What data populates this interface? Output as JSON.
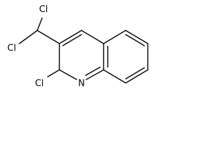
{
  "molecule": {
    "atoms": {
      "cl_top": "Cl",
      "cl_left": "Cl",
      "cl_bottom": "Cl",
      "nitrogen": "N"
    },
    "line_color": "#000000"
  }
}
